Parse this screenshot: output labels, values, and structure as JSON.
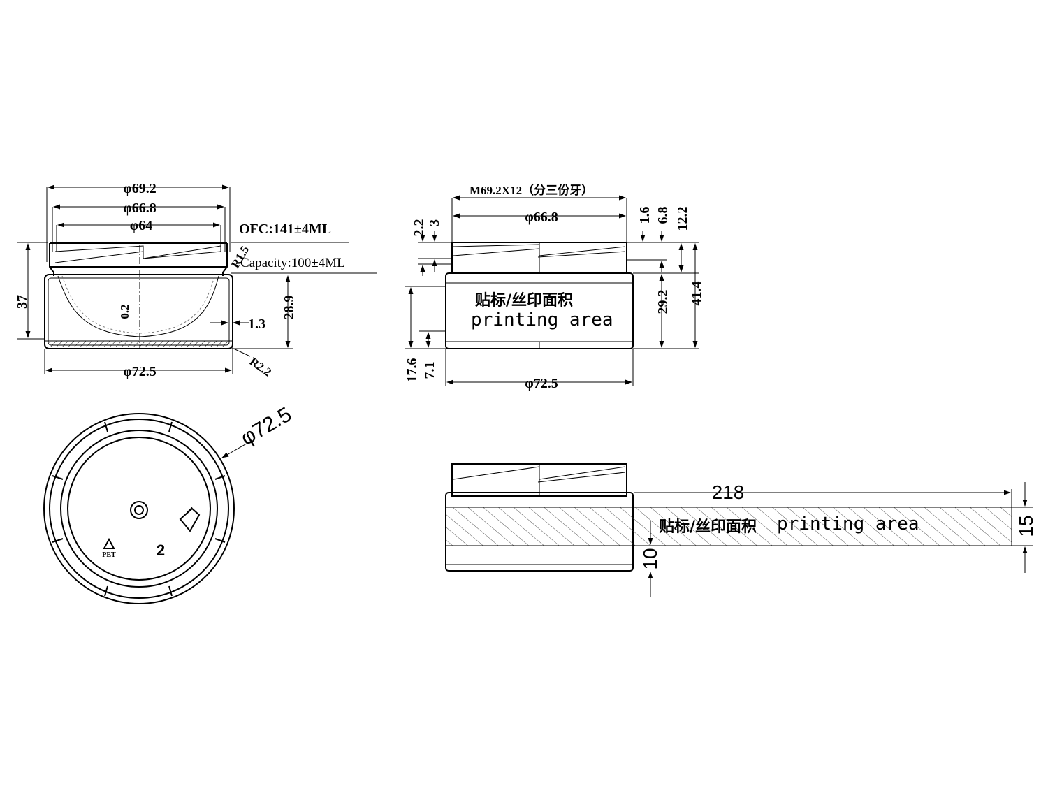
{
  "front_view": {
    "dim_top_outer": "φ69.2",
    "dim_top_mid": "φ66.8",
    "dim_top_inner": "φ64",
    "ofc": "OFC:141±4ML",
    "capacity": "Capacity:100±4ML",
    "radius_top": "R1.5",
    "height_total": "37",
    "height_body": "28.9",
    "wall": "1.3",
    "base_thickness": "0.2",
    "radius_bottom": "R2.2",
    "dim_bottom": "φ72.5"
  },
  "side_view": {
    "thread_spec": "M69.2X12（分三份牙）",
    "dim_thread": "φ66.8",
    "dim_2_2": "2.2",
    "dim_3": "3",
    "dim_1_6": "1.6",
    "dim_6_8": "6.8",
    "dim_12_2": "12.2",
    "dim_29_2": "29.2",
    "dim_41_4": "41.4",
    "dim_17_6": "17.6",
    "dim_7_1": "7.1",
    "dim_bottom": "φ72.5",
    "label_cn": "贴标/丝印面积",
    "label_en": "printing area"
  },
  "bottom_view": {
    "dim": "φ72.5",
    "recycle_mark": "PET",
    "recycle_number": "2"
  },
  "label_view": {
    "length": "218",
    "height": "15",
    "offset": "10",
    "label_cn": "贴标/丝印面积",
    "label_en": "printing area"
  }
}
